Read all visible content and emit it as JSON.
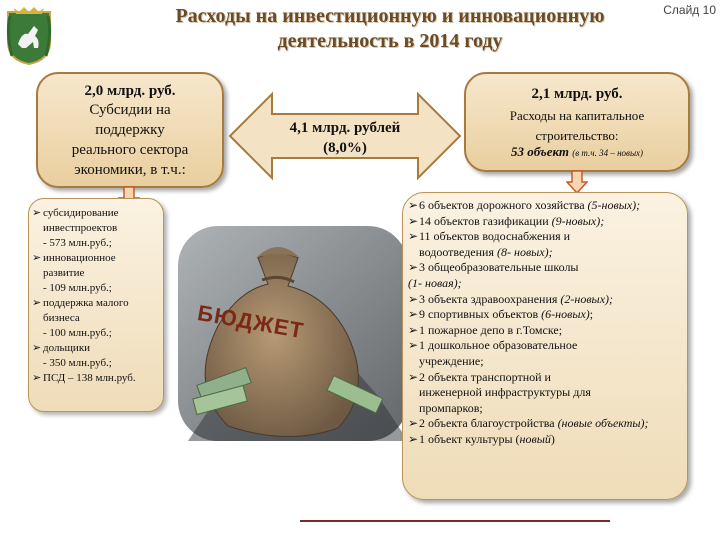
{
  "slide_number": "Слайд 10",
  "title": {
    "line1": "Расходы на инвестиционную и инновационную",
    "line2": "деятельность в 2014 году"
  },
  "left_box": {
    "amount": "2,0 млрд. руб.",
    "line2": "Субсидии на",
    "line3": "поддержку",
    "line4": "реального сектора",
    "line5": "экономики, в т.ч.:"
  },
  "center_box": {
    "amount": "4,1 млрд. рублей",
    "percent": "(8,0%)"
  },
  "right_box": {
    "amount": "2,1 млрд. руб.",
    "line2": "Расходы на капитальное",
    "line3": "строительство:",
    "objects_bold": "53 объект",
    "objects_note": "(в т.ч. 34 – новых)"
  },
  "bag_label": "БЮДЖЕТ",
  "left_list": [
    {
      "lines": [
        "субсидирование",
        "инвестпроектов",
        "- 573 млн.руб.;"
      ]
    },
    {
      "lines": [
        "инновационное",
        "развитие",
        "- 109 млн.руб.;"
      ]
    },
    {
      "lines": [
        "поддержка малого",
        "бизнеса",
        "- 100 млн.руб.;"
      ]
    },
    {
      "lines": [
        "дольщики",
        "- 350 млн.руб.;"
      ]
    },
    {
      "lines": [
        "ПСД – 138 млн.руб."
      ]
    }
  ],
  "right_list": {
    "i1": {
      "text": "6  объектов дорожного хозяйства ",
      "italic": "(5-новых);"
    },
    "i2": {
      "text": "14 объектов газификации ",
      "italic": "(9-новых);"
    },
    "i3": {
      "text": "11 объектов водоснабжения и",
      "text2": "водоотведения ",
      "italic": "(8- новых);"
    },
    "i4": {
      "text": "3 общеобразовательные школы",
      "italic": "(1- новая);"
    },
    "i5": {
      "text": "3 объекта здравоохранения ",
      "italic": "(2-новых);"
    },
    "i6": {
      "text": "9 спортивных объектов  ",
      "italic": "(6-новых)",
      "tail": ";"
    },
    "i7": {
      "text": "1 пожарное депо в г.Томске;"
    },
    "i8": {
      "text": "1 дошкольное образовательное",
      "text2": "учреждение;"
    },
    "i9": {
      "text": "2 объекта транспортной и",
      "text2": "инженерной инфраструктуры для",
      "text3": "промпарков;"
    },
    "i10": {
      "text": "2 объекта благоустройства ",
      "italic": "(новые объекты);"
    },
    "i11": {
      "text": "1 объект культуры (",
      "italic": "новый",
      "tail": ")"
    }
  },
  "colors": {
    "title": "#6a4a28",
    "box_fill": "#efdcb8",
    "box_border": "#a77a3d",
    "arrow_fill": "#f3e3c4",
    "down_arrow": "#c85a24",
    "footer_line": "#7a2a2a"
  },
  "icons": {
    "crest": "tomsk-coat-of-arms-icon",
    "down_arrow": "down-arrow-icon",
    "bullet": "arrowhead-bullet"
  }
}
